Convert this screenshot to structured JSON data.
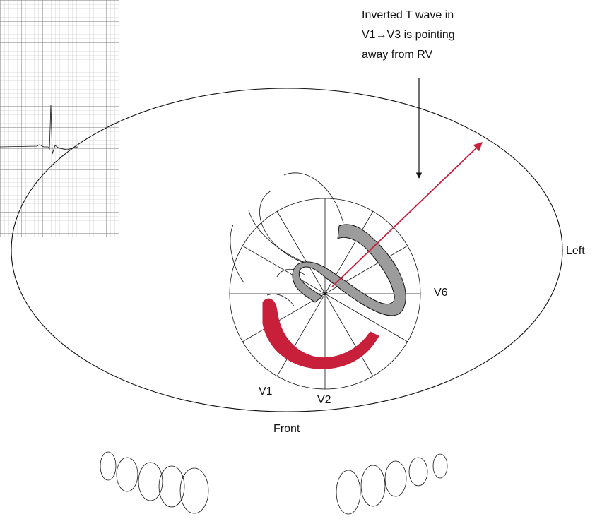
{
  "annotation": {
    "line1": "Inverted T wave in",
    "line2": "V1→V3 is pointing",
    "line3": "away from RV"
  },
  "labels": {
    "left": "Left",
    "front": "Front",
    "v1": "V1",
    "v2": "V2",
    "v6": "V6"
  },
  "colors": {
    "rv_wall": "#c8203a",
    "lv_wall": "#9c9c9c",
    "vector_arrow": "#c8203a",
    "ecg_grid": "#9a9a9a"
  }
}
